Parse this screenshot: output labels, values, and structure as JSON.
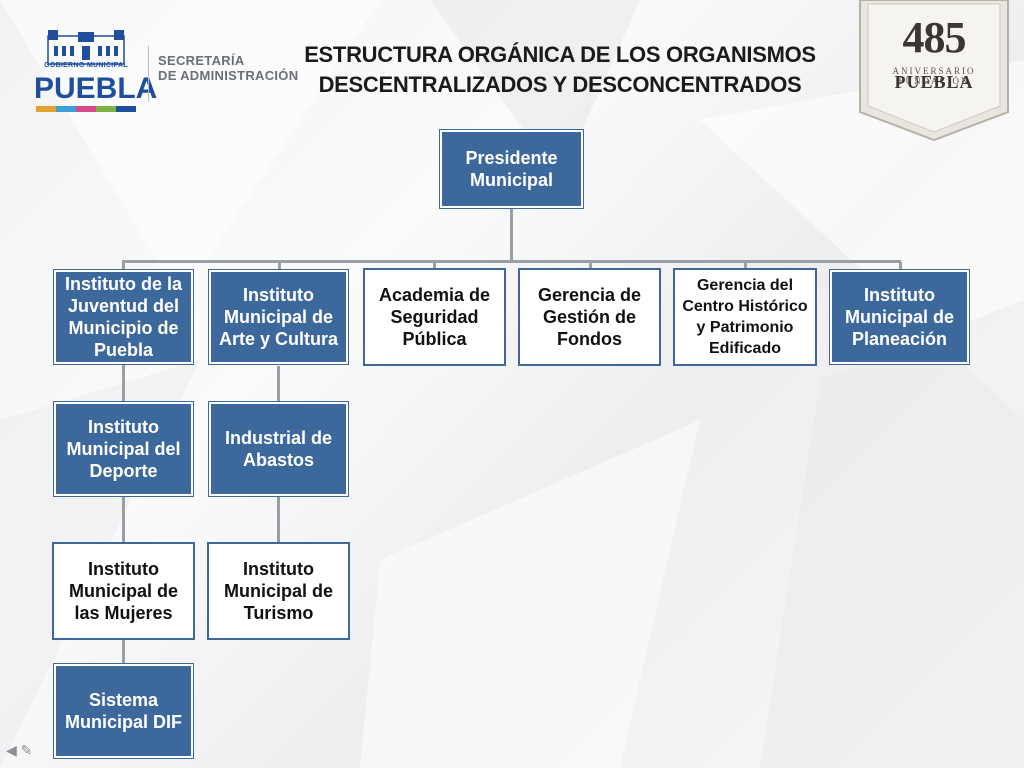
{
  "header": {
    "gobierno_label": "GOBIERNO MUNICIPAL",
    "city_name": "PUEBLA",
    "secretaria_line1": "SECRETARÍA",
    "secretaria_line2": "DE ADMINISTRACIÓN",
    "title_line1": "ESTRUCTURA ORGÁNICA DE LOS ORGANISMOS",
    "title_line2": "DESCENTRALIZADOS Y DESCONCENTRADOS"
  },
  "badge": {
    "number": "485",
    "sub1": "ANIVERSARIO FUNDACIÓN",
    "sub2": "PUEBLA"
  },
  "colors": {
    "node_blue": "#3c689c",
    "brand_blue": "#1f4e9c",
    "connector": "#9a9ea6"
  },
  "chart": {
    "root": "Presidente Municipal",
    "col1": [
      "Instituto de la Juventud del Municipio de Puebla",
      "Instituto Municipal del Deporte",
      "Instituto Municipal de las Mujeres",
      "Sistema Municipal  DIF"
    ],
    "col2": [
      "Instituto Municipal de Arte y Cultura",
      "Industrial de Abastos",
      "Instituto Municipal de Turismo"
    ],
    "col3": "Academia de Seguridad Pública",
    "col4": "Gerencia de Gestión de Fondos",
    "col5": "Gerencia del Centro Histórico y Patrimonio Edificado",
    "col6": "Instituto Municipal de Planeación"
  }
}
